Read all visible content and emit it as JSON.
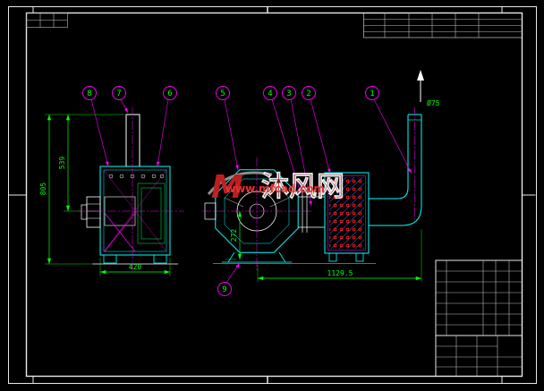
{
  "dims": {
    "total_height": "805",
    "stack_height": "539",
    "base_width": "420",
    "mid_height": "272",
    "overall_length": "1129.5",
    "pipe_dia": "Ø75"
  },
  "balloons": [
    "1",
    "2",
    "3",
    "4",
    "5",
    "6",
    "7",
    "8",
    "9"
  ],
  "watermark": {
    "logo": "M",
    "brand": "沐风网",
    "site": "www.mfcad.com"
  },
  "colors": {
    "background": "#000000",
    "frame": "#e8e8e8",
    "part_line": "#00ffff",
    "dimension": "#00ff00",
    "annotation": "#ff00ff",
    "tube_dot": "#ff2222",
    "hatch": "#4455dd",
    "watermark_red": "#cc2222",
    "watermark_dark": "#7a1818",
    "watermark_url": "#ff3333"
  }
}
